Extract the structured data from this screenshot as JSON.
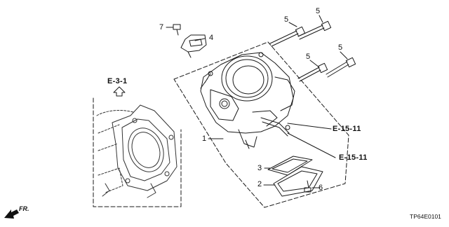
{
  "callouts": {
    "c1": "1",
    "c2": "2",
    "c3": "3",
    "c4": "4",
    "c5a": "5",
    "c5b": "5",
    "c5c": "5",
    "c5d": "5",
    "c6": "6",
    "c7": "7"
  },
  "references": {
    "e31": "E-3-1",
    "e1511_top": "E-15-11",
    "e1511_bottom": "E-15-11"
  },
  "direction": {
    "label": "FR."
  },
  "diagram_code": "TP64E0101"
}
